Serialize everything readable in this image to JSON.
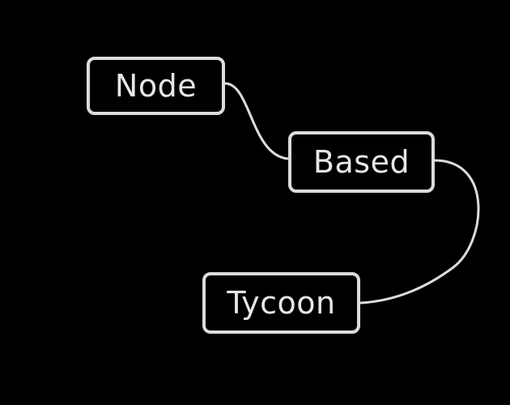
{
  "diagram": {
    "nodes": [
      {
        "id": "node-1",
        "label": "Node"
      },
      {
        "id": "node-2",
        "label": "Based"
      },
      {
        "id": "node-3",
        "label": "Tycoon"
      }
    ],
    "edges": [
      {
        "from": "Node",
        "to": "Based"
      },
      {
        "from": "Based",
        "to": "Tycoon"
      }
    ],
    "colors": {
      "background": "#000000",
      "stroke": "#dcdcdc",
      "text": "#e6e6e6"
    }
  }
}
